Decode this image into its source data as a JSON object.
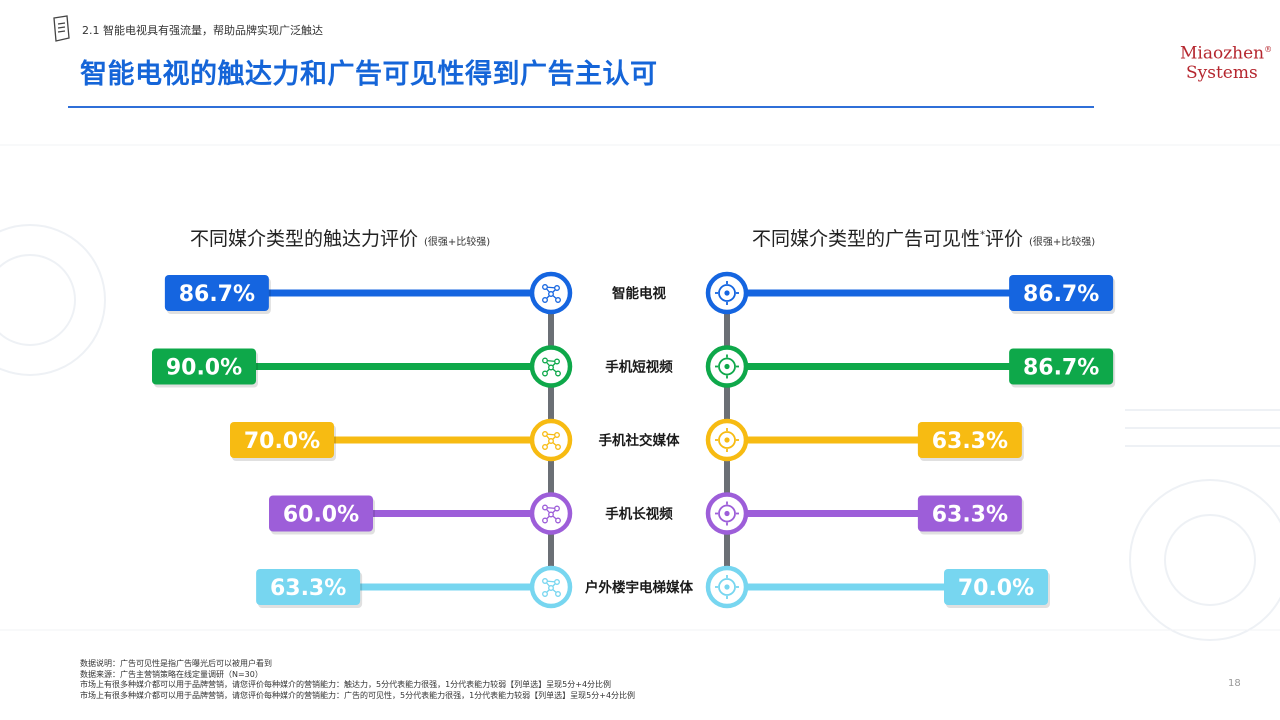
{
  "breadcrumb": "2.1 智能电视具有强流量，帮助品牌实现广泛触达",
  "title": "智能电视的触达力和广告可见性得到广告主认可",
  "logo": {
    "line1": "Miaozhen",
    "line2": "Systems",
    "mark": "®"
  },
  "panels": {
    "left_title": "不同媒介类型的触达力评价",
    "left_note": "(很强+比较强)",
    "right_title_main": "不同媒介类型的广告可见性",
    "right_title_star": "*",
    "right_title_tail": "评价",
    "right_note": "(很强+比较强)"
  },
  "colors": [
    "#1565e0",
    "#0ea84a",
    "#f7bb12",
    "#9d5ed9",
    "#77d6f0"
  ],
  "chart_data": [
    {
      "type": "bar",
      "title": "不同媒介类型的触达力评价",
      "note": "(很强+比较强)",
      "categories": [
        "智能电视",
        "手机短视频",
        "手机社交媒体",
        "手机长视频",
        "户外楼宇电梯媒体"
      ],
      "values": [
        86.7,
        90.0,
        70.0,
        60.0,
        63.3
      ],
      "labels": [
        "86.7%",
        "90.0%",
        "70.0%",
        "60.0%",
        "63.3%"
      ],
      "unit": "%",
      "xlim": [
        0,
        100
      ]
    },
    {
      "type": "bar",
      "title": "不同媒介类型的广告可见性*评价",
      "note": "(很强+比较强)",
      "categories": [
        "智能电视",
        "手机短视频",
        "手机社交媒体",
        "手机长视频",
        "户外楼宇电梯媒体"
      ],
      "values": [
        86.7,
        86.7,
        63.3,
        63.3,
        70.0
      ],
      "labels": [
        "86.7%",
        "86.7%",
        "63.3%",
        "63.3%",
        "70.0%"
      ],
      "unit": "%",
      "xlim": [
        0,
        100
      ]
    }
  ],
  "footnotes": [
    "数据说明：广告可见性是指广告曝光后可以被用户看到",
    "数据来源：广告主营销策略在线定量调研（N=30）",
    "市场上有很多种媒介都可以用于品牌营销，请您评价每种媒介的营销能力：触达力，5分代表能力很强，1分代表能力较弱【列单选】呈现5分+4分比例",
    "市场上有很多种媒介都可以用于品牌营销，请您评价每种媒介的营销能力：广告的可见性，5分代表能力很强，1分代表能力较弱【列单选】呈现5分+4分比例"
  ],
  "page_number": "18"
}
